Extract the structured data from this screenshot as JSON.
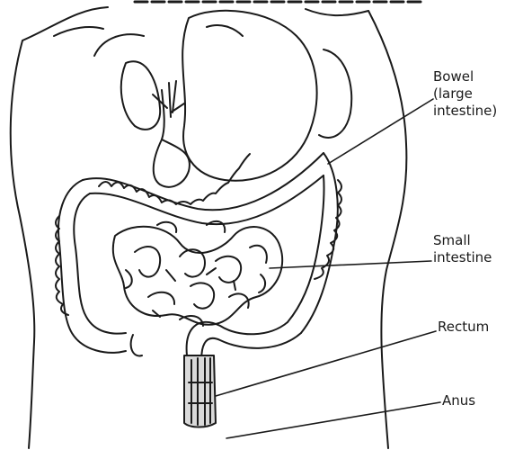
{
  "labels": {
    "bowel": {
      "line1": "Bowel",
      "line2": "(large",
      "line3": "intestine)"
    },
    "small_intestine": {
      "line1": "Small",
      "line2": "intestine"
    },
    "rectum": "Rectum",
    "anus": "Anus"
  },
  "colors": {
    "stroke": "#1a1a1a",
    "background": "#ffffff",
    "rectum_fill": "#d9d9d9"
  }
}
